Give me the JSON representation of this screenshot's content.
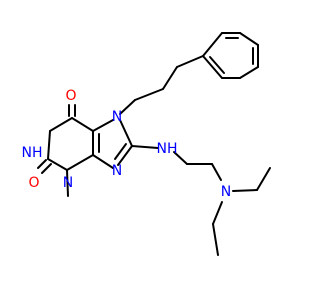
{
  "colors": {
    "bond": "#000000",
    "oxygen": "#ff0000",
    "nitrogen": "#0000ff",
    "background": "#ffffff"
  },
  "atoms": {
    "o6": "O",
    "n1h": "NH",
    "o2": "O",
    "n3": "N",
    "n7": "N",
    "n9": "N",
    "nh_amine": "NH",
    "n_diethyl": "N"
  }
}
